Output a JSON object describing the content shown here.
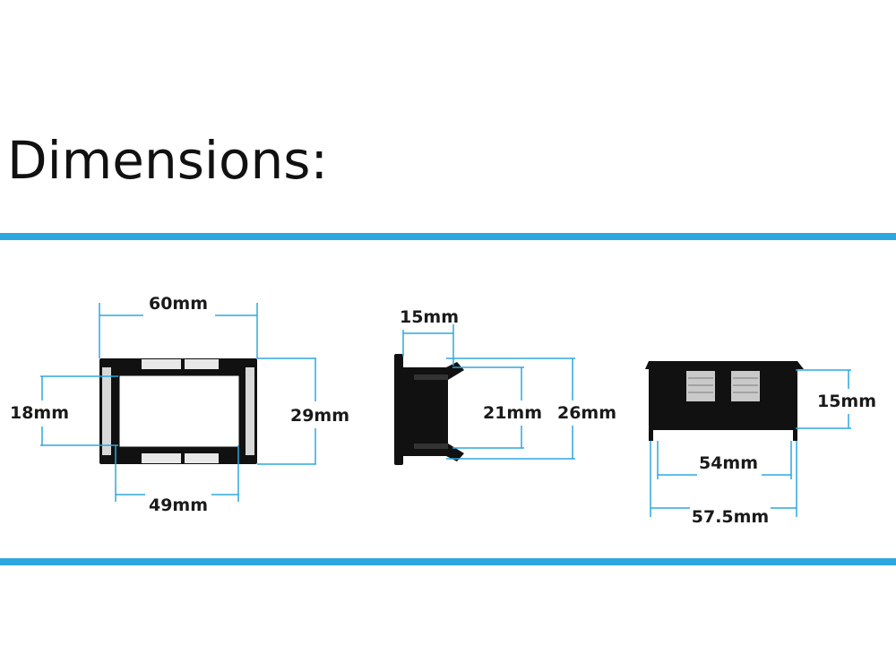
{
  "title": "Dimensions:",
  "accent_color": "#2ea7e0",
  "front_view": {
    "width_label": "60mm",
    "height_label": "29mm",
    "inner_height_label": "18mm",
    "inner_width_label": "49mm"
  },
  "side_view": {
    "depth_label": "15mm",
    "inner_label": "21mm",
    "outer_label": "26mm"
  },
  "top_view": {
    "height_label": "15mm",
    "inner_width_label": "54mm",
    "outer_width_label": "57.5mm"
  }
}
